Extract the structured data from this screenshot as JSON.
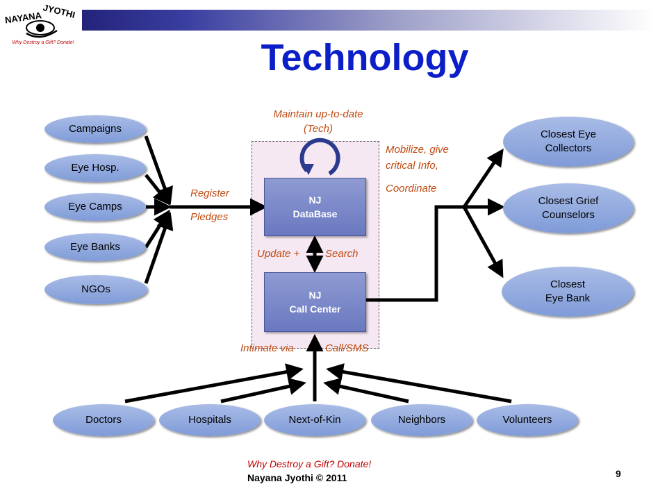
{
  "header": {
    "logo_text": "NAYANA JYOTHI",
    "logo_tagline": "Why Destroy a Gift? Donate!",
    "title": "Technology"
  },
  "sources": [
    "Campaigns",
    "Eye Hosp.",
    "Eye Camps",
    "Eye Banks",
    "NGOs"
  ],
  "center": {
    "database": {
      "line1": "NJ",
      "line2": "DataBase"
    },
    "call_center": {
      "line1": "NJ",
      "line2": "Call Center"
    },
    "maintain_label": "Maintain up-to-date (Tech)",
    "update_label": "Update +",
    "search_label": "Search",
    "intimate_label": "Intimate via",
    "callsms_label": "Call/SMS"
  },
  "register_labels": {
    "register": "Register",
    "pledges": "Pledges"
  },
  "mobilize_labels": {
    "line1": "Mobilize, give",
    "line2": "critical Info,",
    "line3": "Coordinate"
  },
  "targets": [
    {
      "line1": "Closest Eye",
      "line2": "Collectors"
    },
    {
      "line1": "Closest Grief",
      "line2": "Counselors"
    },
    {
      "line1": "Closest",
      "line2": "Eye Bank"
    }
  ],
  "reporters": [
    "Doctors",
    "Hospitals",
    "Next-of-Kin",
    "Neighbors",
    "Volunteers"
  ],
  "footer": {
    "tagline": "Why Destroy a Gift? Donate!",
    "copyright": "Nayana Jyothi © 2011",
    "page": "9"
  }
}
